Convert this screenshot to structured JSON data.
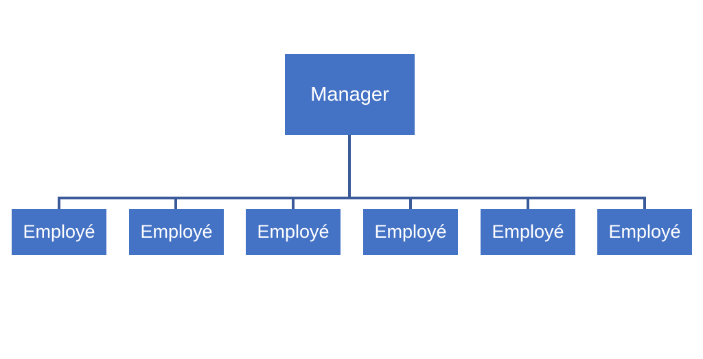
{
  "org_chart": {
    "manager": {
      "label": "Manager"
    },
    "employees": [
      {
        "label": "Employé"
      },
      {
        "label": "Employé"
      },
      {
        "label": "Employé"
      },
      {
        "label": "Employé"
      },
      {
        "label": "Employé"
      },
      {
        "label": "Employé"
      }
    ]
  },
  "colors": {
    "node_fill": "#4472c4",
    "connector": "#3b5a9a",
    "text": "#ffffff"
  }
}
